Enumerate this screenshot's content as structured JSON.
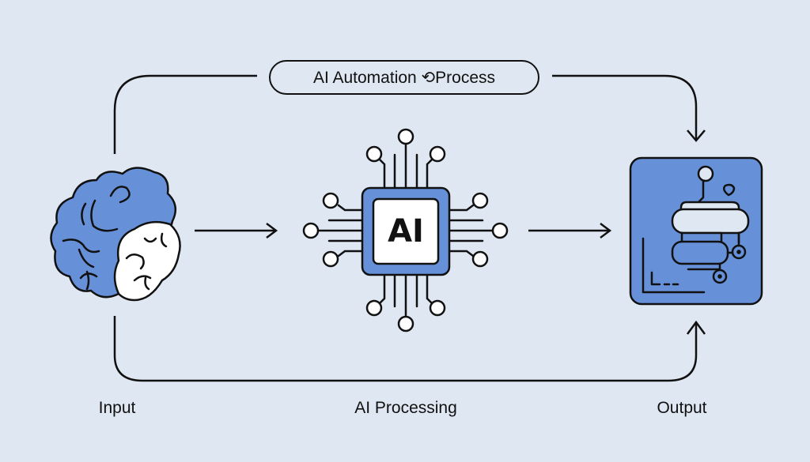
{
  "diagram": {
    "title": "AI Automation ⟲Process",
    "colors": {
      "background": "#dfe7f2",
      "accent": "#6690d8",
      "stroke": "#111111",
      "fill_light": "#ffffff"
    },
    "stages": [
      {
        "id": "input",
        "label": "Input",
        "icon": "brain-icon"
      },
      {
        "id": "processing",
        "label": "AI Processing",
        "icon": "ai-chip-icon",
        "chip_text": "AI"
      },
      {
        "id": "output",
        "label": "Output",
        "icon": "output-machine-icon"
      }
    ],
    "connectors": [
      {
        "from": "input",
        "to": "processing",
        "type": "arrow"
      },
      {
        "from": "processing",
        "to": "output",
        "type": "arrow"
      },
      {
        "from": "input",
        "to": "output",
        "type": "top-loop-arrow"
      },
      {
        "from": "input",
        "to": "output",
        "type": "bottom-loop-arrow"
      }
    ]
  }
}
